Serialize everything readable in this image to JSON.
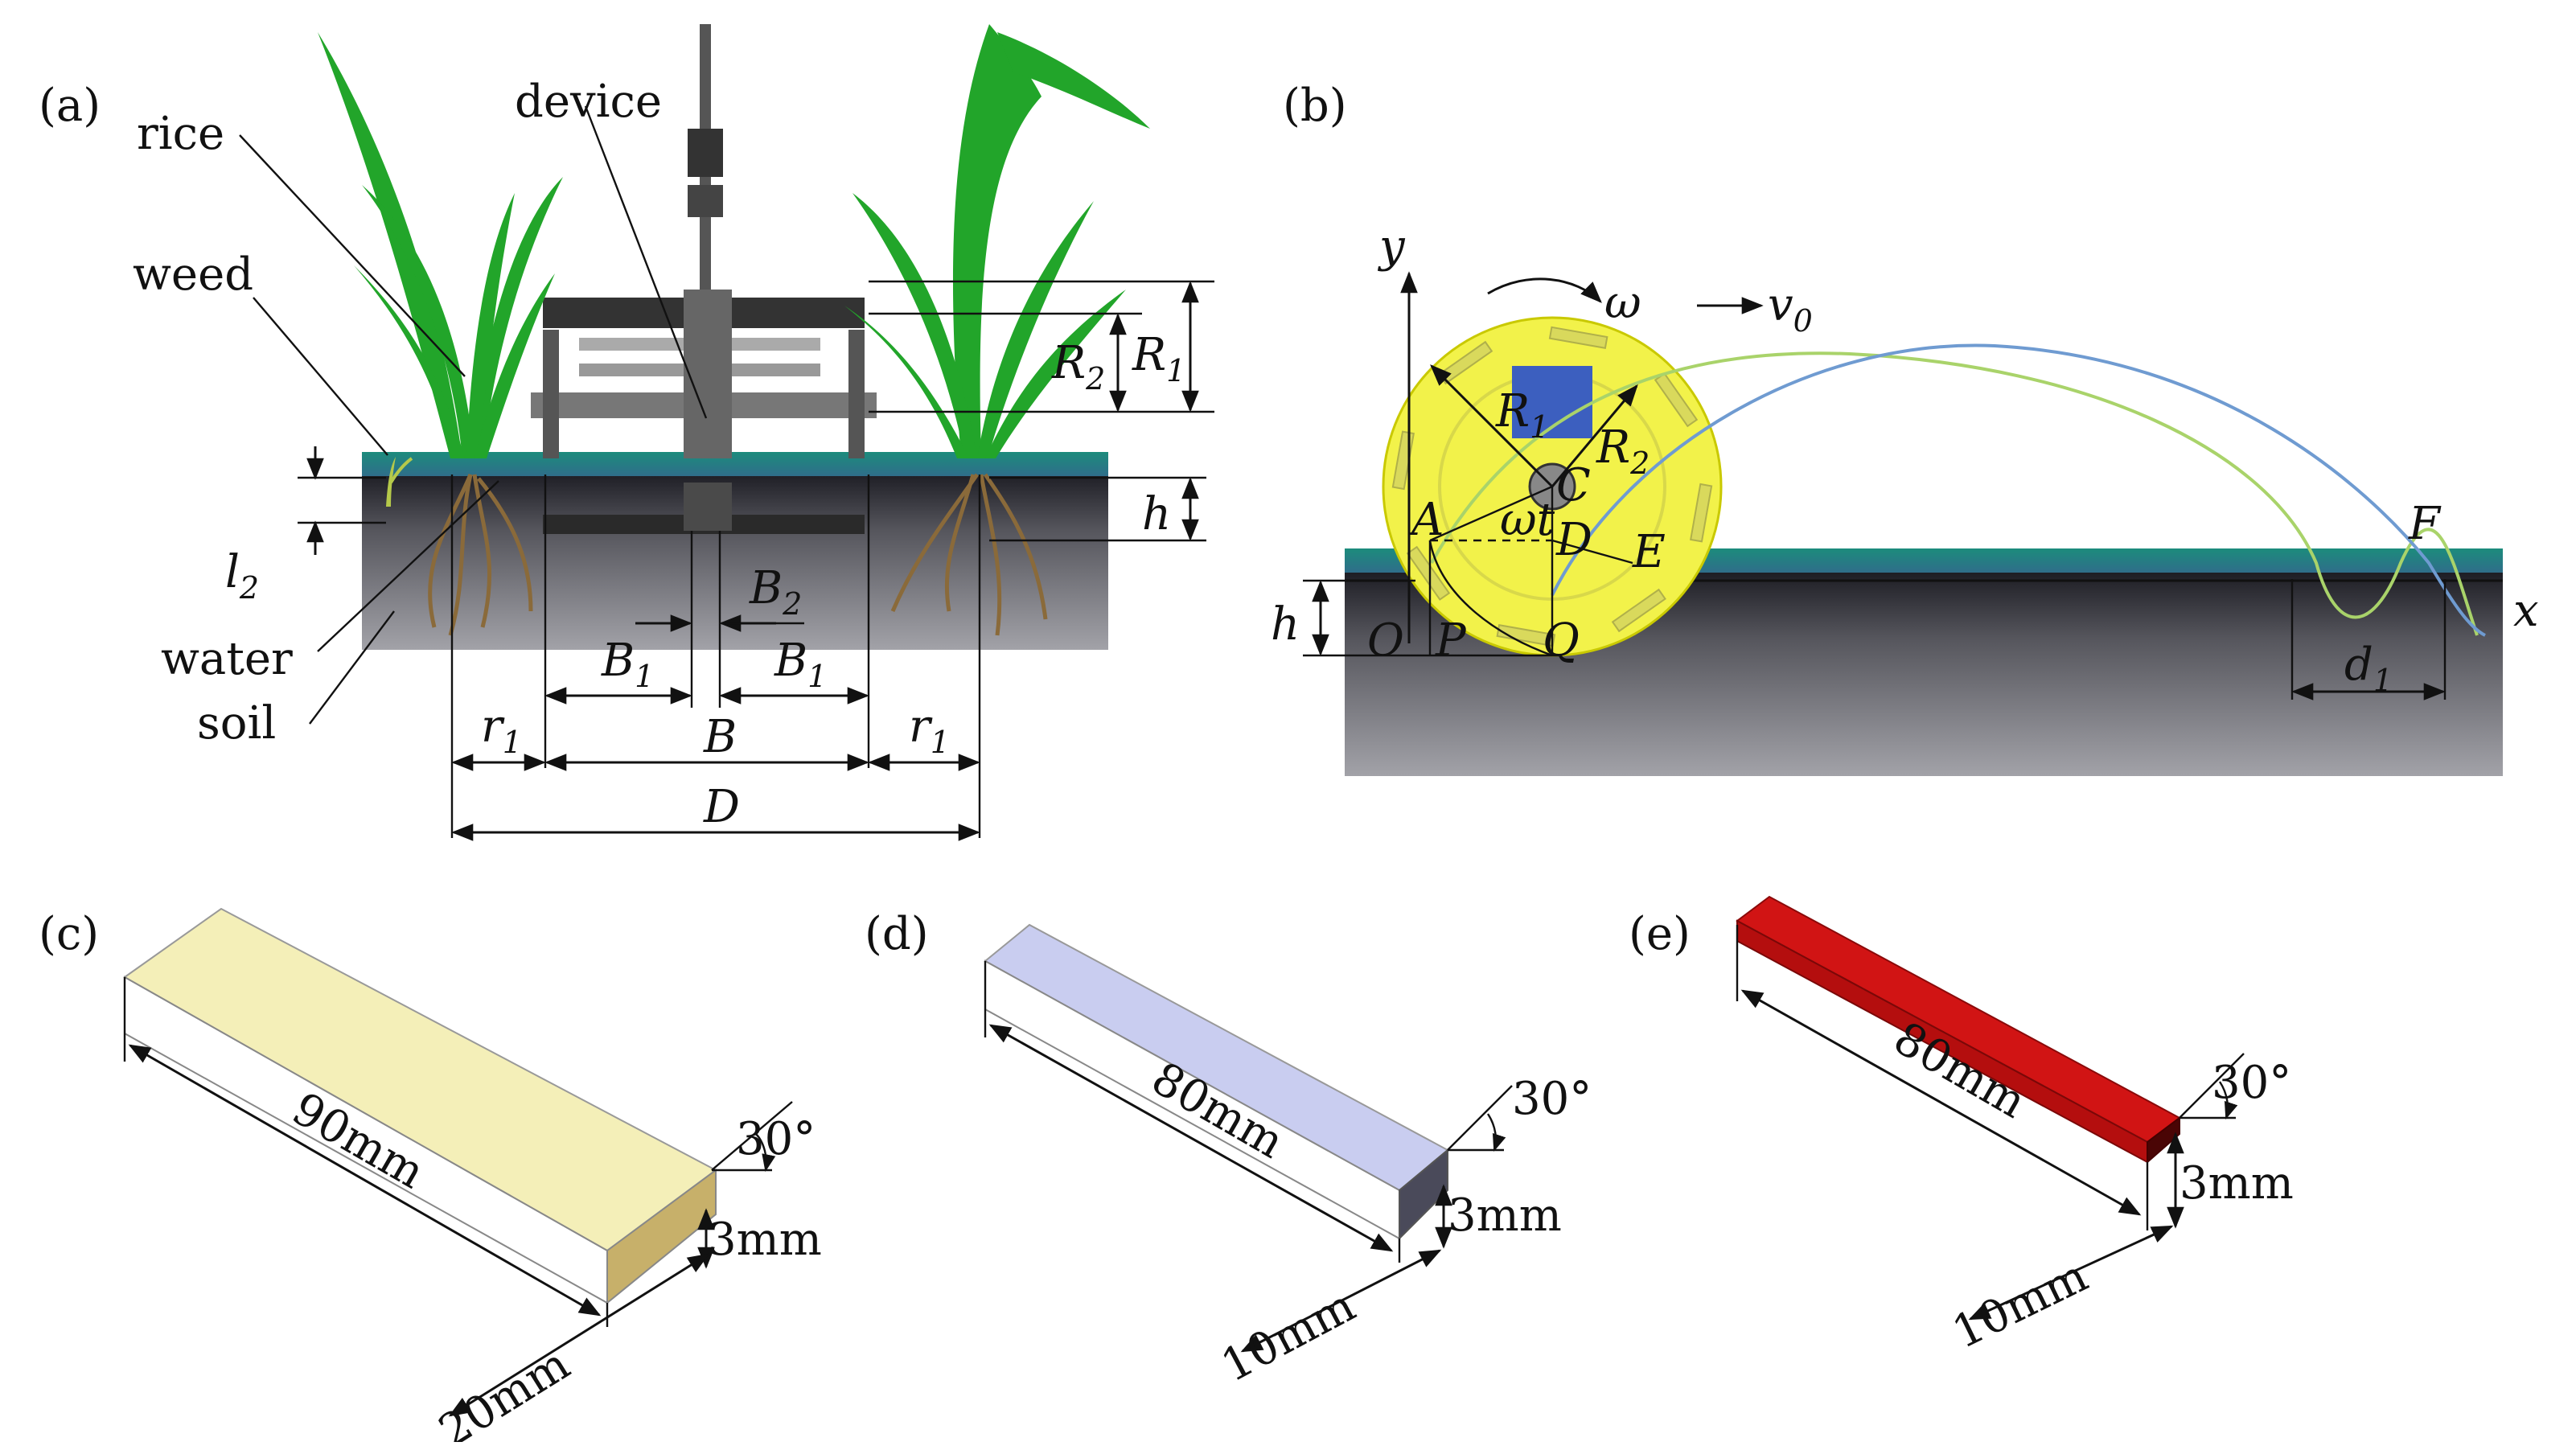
{
  "panels": {
    "a": {
      "tag": "(a)",
      "labels": {
        "rice": "rice",
        "device": "device",
        "weed": "weed",
        "water": "water",
        "soil": "soil"
      },
      "dims": {
        "R2": "R",
        "R2_sub": "2",
        "R1": "R",
        "R1_sub": "1",
        "h": "h",
        "l2": "l",
        "l2_sub": "2",
        "B2": "B",
        "B2_sub": "2",
        "B1_left": "B",
        "B1_left_sub": "1",
        "B1_right": "B",
        "B1_right_sub": "1",
        "B": "B",
        "r1_left": "r",
        "r1_left_sub": "1",
        "r1_right": "r",
        "r1_right_sub": "1",
        "D": "D"
      }
    },
    "b": {
      "tag": "(b)",
      "axes": {
        "y": "y",
        "x": "x"
      },
      "omega": "ω",
      "v0": "v",
      "v0_sub": "0",
      "R1": "R",
      "R1_sub": "1",
      "R2": "R",
      "R2_sub": "2",
      "points": {
        "A": "A",
        "C": "C",
        "D": "D",
        "E": "E",
        "F": "F",
        "O": "O",
        "P": "P",
        "Q": "Q"
      },
      "omega_t": "ωt",
      "h": "h",
      "d1": "d",
      "d1_sub": "1"
    },
    "c": {
      "tag": "(c)",
      "length": "90mm",
      "angle": "30°",
      "thickness": "3mm",
      "width": "20mm",
      "color": "#f4efb8"
    },
    "d": {
      "tag": "(d)",
      "length": "80mm",
      "angle": "30°",
      "thickness": "3mm",
      "width": "10mm",
      "color": "#c9cdf0"
    },
    "e": {
      "tag": "(e)",
      "length": "80mm",
      "angle": "30°",
      "thickness": "3mm",
      "width": "10mm",
      "color": "#d11414"
    }
  },
  "colors": {
    "water": "#1f8f86",
    "soil_top": "#1c1c24",
    "soil_bottom": "#9a9aa0",
    "plant": "#22a52a",
    "root": "#8a6a3a",
    "wheel": "#f2f24a",
    "curve_green": "#a9d36a",
    "curve_blue": "#6f9bd1"
  }
}
